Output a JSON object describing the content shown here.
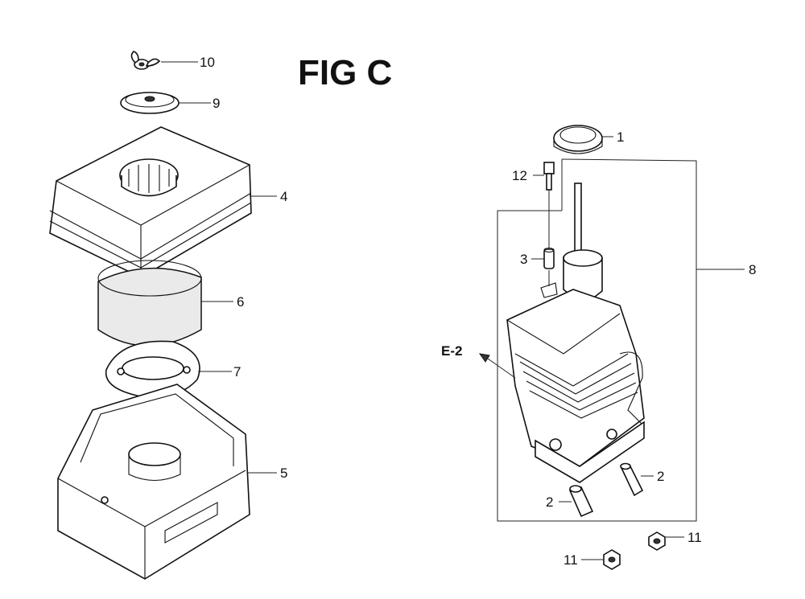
{
  "figure": {
    "title": "FIG C"
  },
  "callouts": [
    {
      "id": "c10",
      "label": "10"
    },
    {
      "id": "c9",
      "label": "9"
    },
    {
      "id": "c4",
      "label": "4"
    },
    {
      "id": "c6",
      "label": "6"
    },
    {
      "id": "c7",
      "label": "7"
    },
    {
      "id": "c5",
      "label": "5"
    },
    {
      "id": "c1",
      "label": "1"
    },
    {
      "id": "c12",
      "label": "12"
    },
    {
      "id": "c3",
      "label": "3"
    },
    {
      "id": "c8",
      "label": "8"
    },
    {
      "id": "ce2",
      "label": "E-2"
    },
    {
      "id": "c2a",
      "label": "2"
    },
    {
      "id": "c2b",
      "label": "2"
    },
    {
      "id": "c11a",
      "label": "11"
    },
    {
      "id": "c11b",
      "label": "11"
    }
  ]
}
